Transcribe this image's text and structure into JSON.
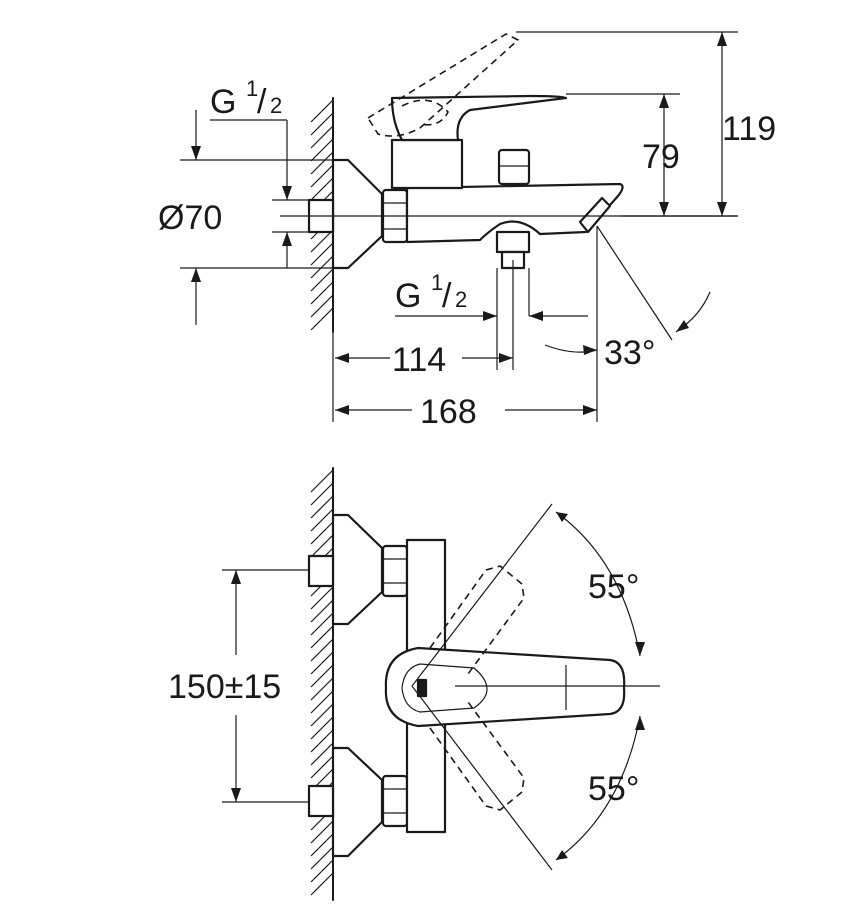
{
  "side_view": {
    "thread_top": {
      "g": "G",
      "num": "1",
      "slash": "/",
      "den": "2"
    },
    "thread_bottom": {
      "g": "G",
      "num": "1",
      "slash": "/",
      "den": "2"
    },
    "diameter": "Ø70",
    "height_119": "119",
    "height_79": "79",
    "depth_114": "114",
    "depth_168": "168",
    "angle_33": "33°"
  },
  "top_view": {
    "spacing": "150±15",
    "angle_upper": "55°",
    "angle_lower": "55°"
  }
}
